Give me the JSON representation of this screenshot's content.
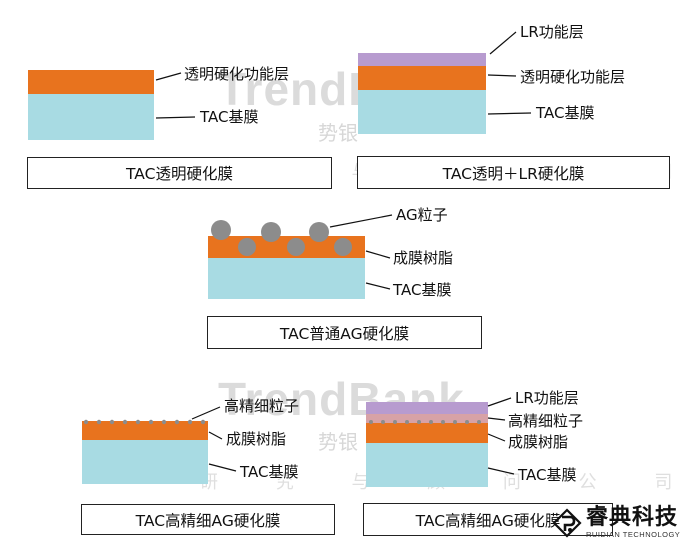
{
  "watermark": {
    "brand": "TrendBank",
    "chinese": "势银",
    "subtitle": "研 究 与 顾 问 公 司"
  },
  "diagrams": {
    "tac_transparent": {
      "labels": {
        "hard_coat": "透明硬化功能层",
        "tac": "TAC基膜"
      },
      "caption": "TAC透明硬化膜"
    },
    "tac_transparent_lr": {
      "labels": {
        "lr": "LR功能层",
        "hard_coat": "透明硬化功能层",
        "tac": "TAC基膜"
      },
      "caption": "TAC透明＋LR硬化膜"
    },
    "tac_ag": {
      "labels": {
        "particles": "AG粒子",
        "resin": "成膜树脂",
        "tac": "TAC基膜"
      },
      "caption": "TAC普通AG硬化膜"
    },
    "tac_fine_ag": {
      "labels": {
        "particles": "高精细粒子",
        "resin": "成膜树脂",
        "tac": "TAC基膜"
      },
      "caption": "TAC高精细AG硬化膜"
    },
    "tac_fine_ag_lr": {
      "labels": {
        "lr": "LR功能层",
        "particles": "高精细粒子",
        "resin": "成膜树脂",
        "tac": "TAC基膜"
      },
      "caption": "TAC高精细AG硬化膜"
    }
  },
  "logo": {
    "name": "睿典科技",
    "english": "RUIDIAN TECHNOLOGY"
  },
  "colors": {
    "tac_film": "#a8dbe3",
    "hard_coat": "#e8731e",
    "lr_layer": "#b79bcf",
    "particle": "#8c8c8c"
  }
}
